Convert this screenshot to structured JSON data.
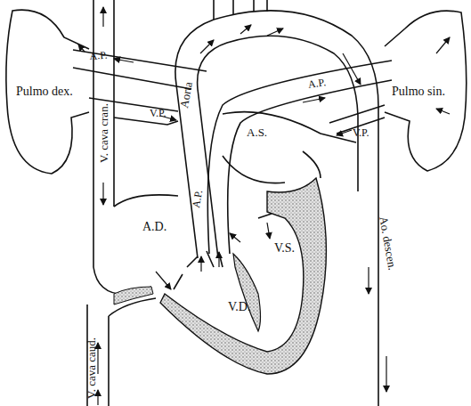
{
  "diagram": {
    "labels": [
      "A.P.",
      "Pulmo dex.",
      "V. cava cran.",
      "V.P.",
      "Aorta",
      "A.P.",
      "Pulmo sin.",
      "V.P.",
      "A.S.",
      "A.P.",
      "A.D.",
      "V.S.",
      "Ao. descen.",
      "V.D.",
      "V. cava caud."
    ]
  }
}
